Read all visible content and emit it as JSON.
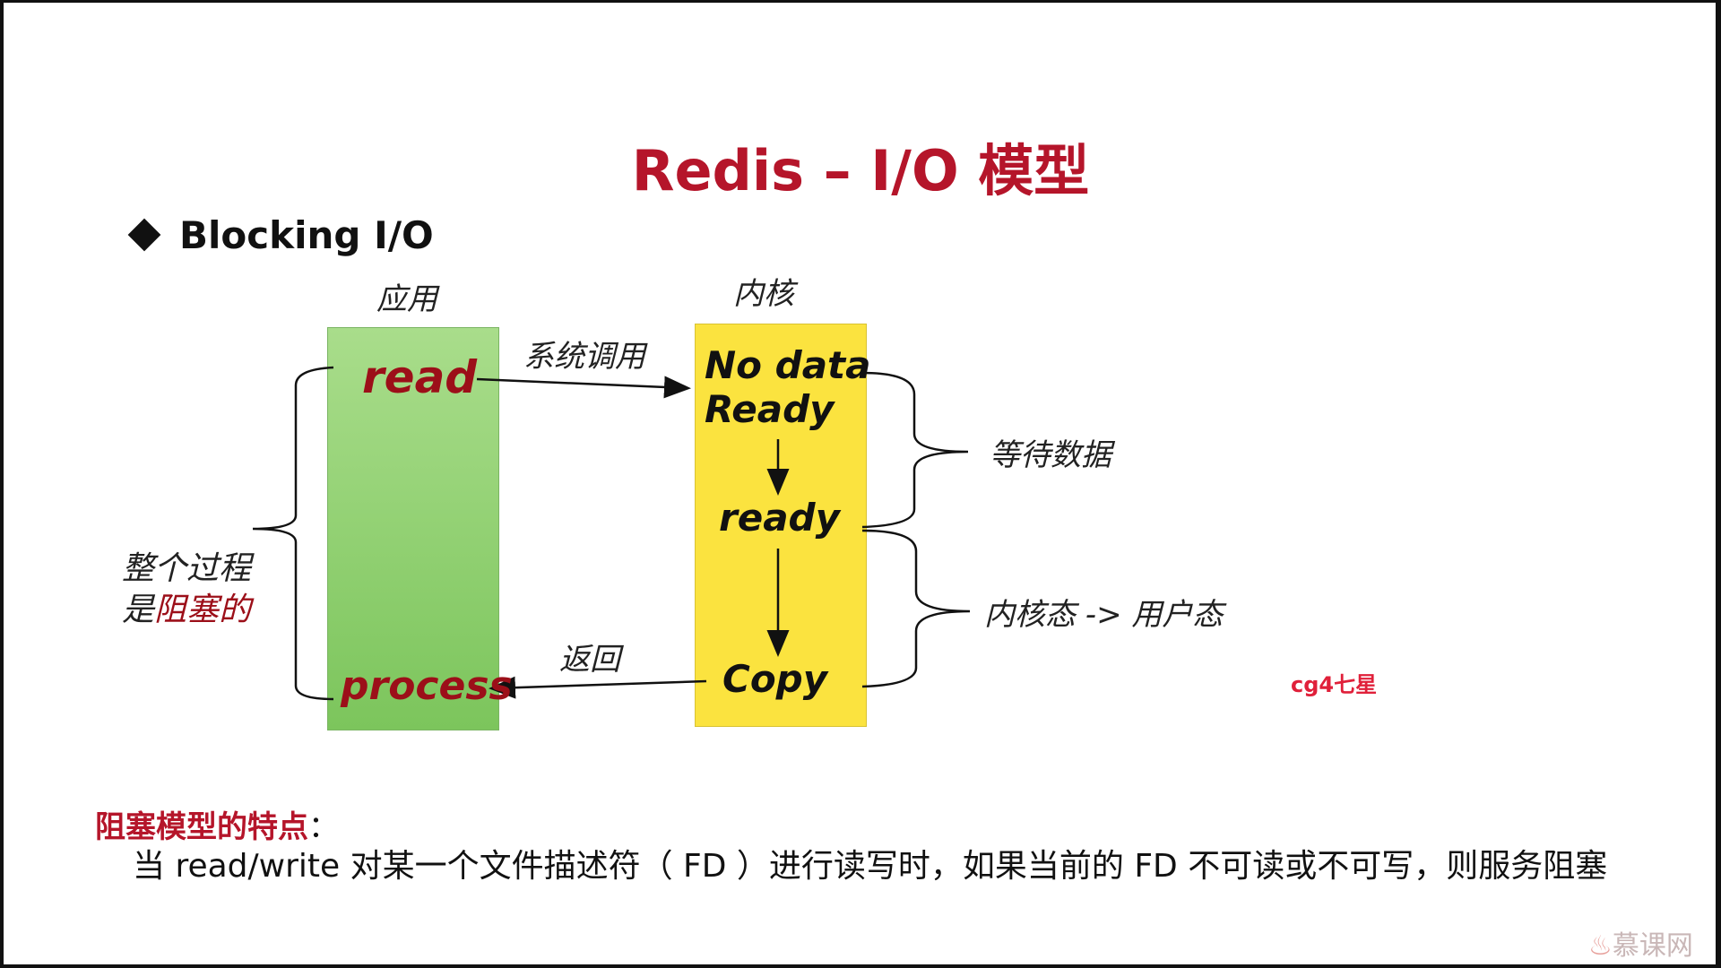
{
  "title": "Redis – I/O 模型",
  "bullet": "Blocking I/O",
  "diagram": {
    "app_label": "应用",
    "kernel_label": "内核",
    "syscall_label": "系统调用",
    "return_label": "返回",
    "read": "read",
    "process": "process",
    "no_data_line1": "No data",
    "no_data_line2": "Ready",
    "ready": "ready",
    "copy": "Copy",
    "wait_label": "等待数据",
    "copy_label": "内核态 -> 用户态",
    "whole_line1": "整个过程",
    "whole_line2_prefix": "是",
    "whole_line2_highlight": "阻塞的"
  },
  "note": {
    "heading": "阻塞模型的特点",
    "colon": "：",
    "body": "当 read/write 对某一个文件描述符（ FD ）进行读写时，如果当前的 FD 不可读或不可写，则服务阻塞"
  },
  "watermark": "cg4七星",
  "logo": "慕课网",
  "colors": {
    "title": "#b5152a",
    "app_box": "#8fd06d",
    "kernel_box": "#fbe33f",
    "emphasis": "#9c0f19"
  }
}
